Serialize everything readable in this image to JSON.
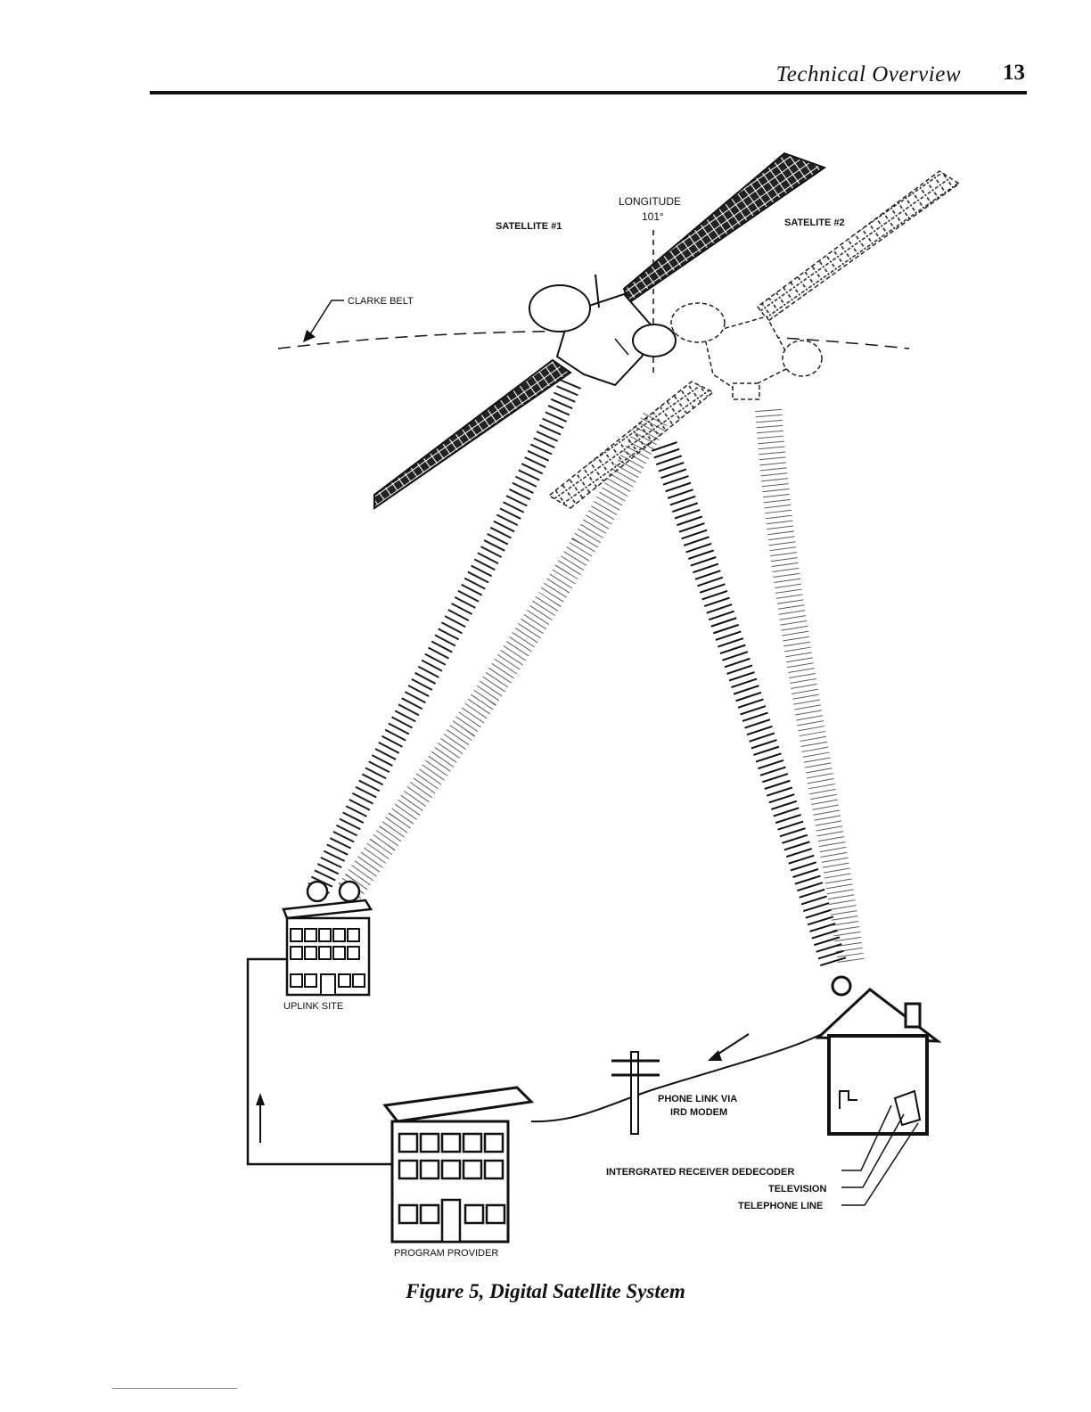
{
  "header": {
    "title": "Technical Overview",
    "page_number": "13"
  },
  "labels": {
    "satellite1": "SATELLITE #1",
    "longitude": "LONGITUDE",
    "longitude_value": "101°",
    "satellite2": "SATELITE #2",
    "clarke_belt": "CLARKE BELT",
    "uplink_site": "UPLINK SITE",
    "program_provider": "PROGRAM PROVIDER",
    "phone_link_line1": "PHONE LINK VIA",
    "phone_link_line2": "IRD MODEM",
    "ird": "INTERGRATED RECEIVER DEDECODER",
    "television": "TELEVISION",
    "telephone_line": "TELEPHONE LINE"
  },
  "caption": "Figure 5, Digital Satellite System"
}
